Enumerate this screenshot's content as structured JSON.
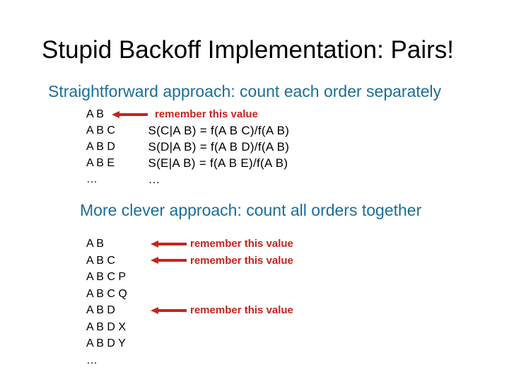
{
  "slide": {
    "title": "Stupid Backoff Implementation: Pairs!",
    "colors": {
      "background": "#FFFFFF",
      "title_text": "#000000",
      "heading_blue": "#1A6E99",
      "annotation_red": "#C8231C",
      "body_text": "#000000"
    }
  },
  "section1": {
    "heading": "Straightforward approach: count each order separately",
    "rows": [
      {
        "ngram": "A B",
        "annotation": "remember this value"
      },
      {
        "ngram": "A B C",
        "formula": "S(C|A B) = f(A B C)/f(A B)"
      },
      {
        "ngram": "A B D",
        "formula": "S(D|A B) = f(A B D)/f(A B)"
      },
      {
        "ngram": "A B E",
        "formula": "S(E|A B) = f(A B E)/f(A B)"
      },
      {
        "ngram": "…",
        "formula": "…"
      }
    ]
  },
  "section2": {
    "heading": "More clever approach: count all orders together",
    "rows": [
      {
        "ngram": "A B",
        "annotation": "remember this value"
      },
      {
        "ngram": "A B C",
        "annotation": "remember this value"
      },
      {
        "ngram": "A B C P"
      },
      {
        "ngram": "A B C Q"
      },
      {
        "ngram": "A B D",
        "annotation": "remember this value"
      },
      {
        "ngram": "A B D X"
      },
      {
        "ngram": "A B D Y"
      },
      {
        "ngram": "…"
      }
    ]
  }
}
